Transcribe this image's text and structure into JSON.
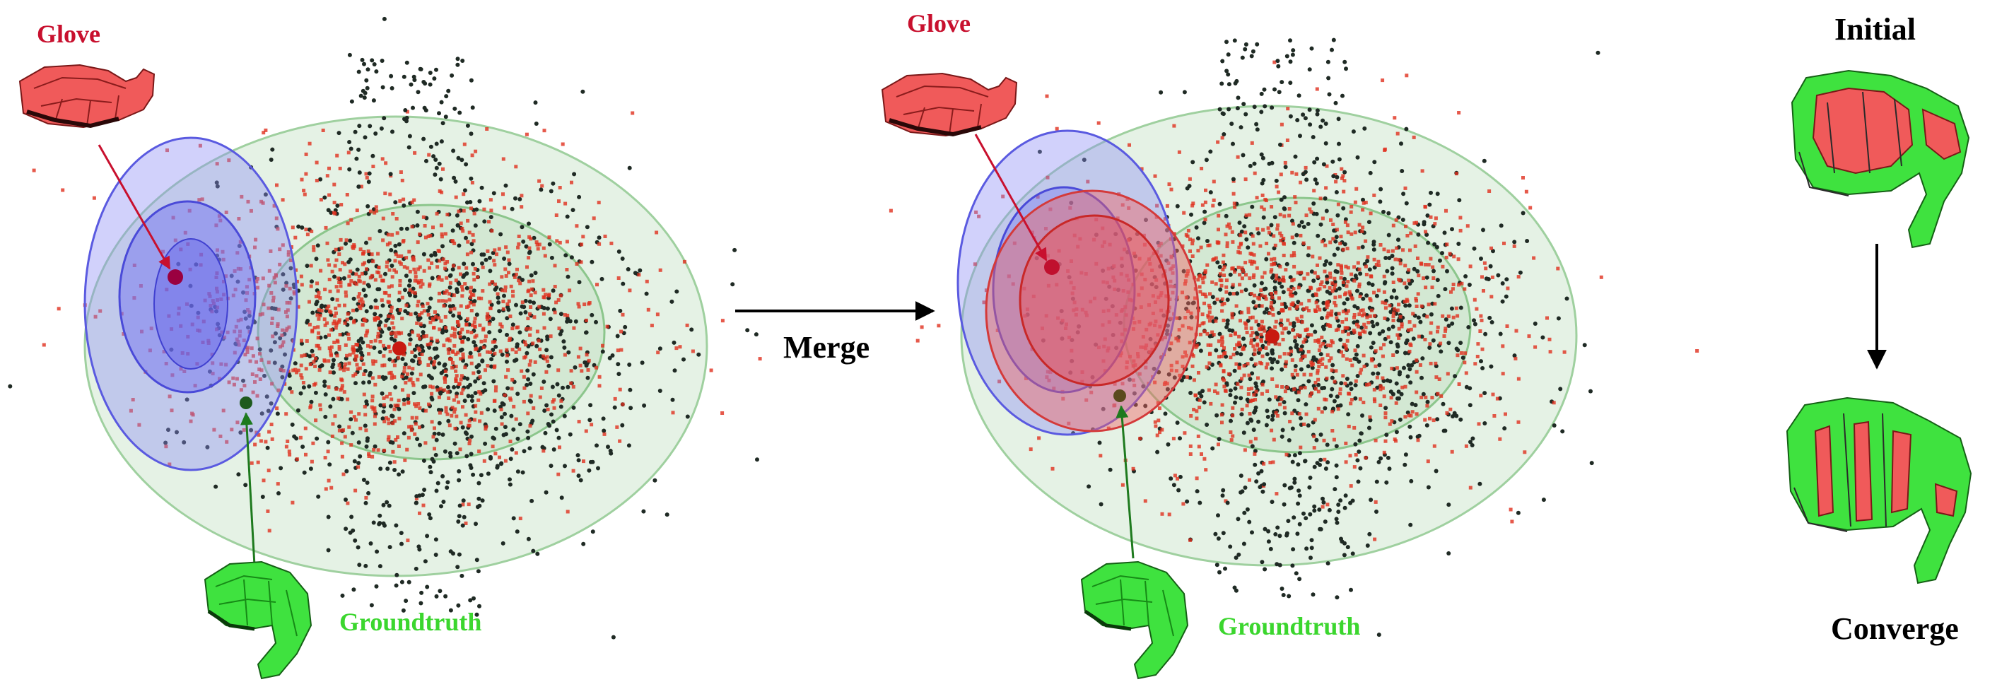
{
  "labels": {
    "glove": "Glove",
    "groundtruth": "Groundtruth",
    "merge": "Merge",
    "initial": "Initial",
    "converge": "Converge"
  },
  "colors": {
    "glove_red": "#c8102e",
    "groundtruth_green": "#3bd62e",
    "red_points": "#e0301e",
    "dark_points": "#1f2a24",
    "green_ellipse": "#bfe0bf",
    "blue_ellipse": "#6c6cf0",
    "red_ellipse": "#f04848",
    "hand_red": "#f05a5a",
    "hand_green": "#3fe23f"
  },
  "icons": {
    "glove_hand": "red-hand-icon",
    "groundtruth_hand": "green-hand-icon",
    "overlay_hand": "red-green-hand-icon"
  }
}
